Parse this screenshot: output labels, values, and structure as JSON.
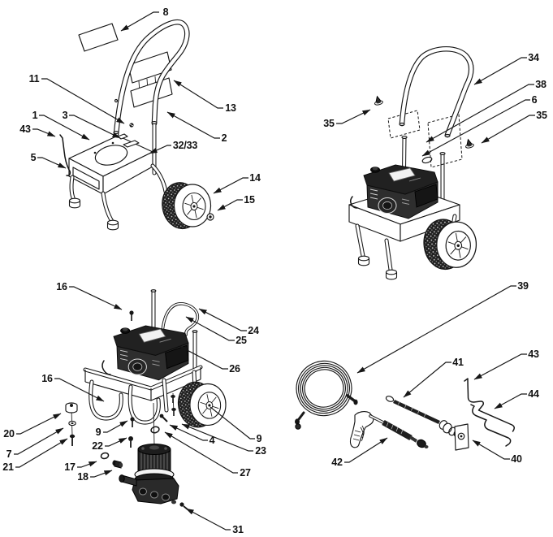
{
  "figure": {
    "type": "exploded-parts-diagram",
    "background": "#ffffff",
    "line_color": "#161616",
    "views": [
      {
        "name": "cart-frame-handle-panels",
        "position": "top-left",
        "callouts": [
          "8",
          "11",
          "1",
          "3",
          "43",
          "5",
          "13",
          "2",
          "32/33",
          "14",
          "15"
        ]
      },
      {
        "name": "handle-mounting",
        "position": "top-right",
        "callouts": [
          "34",
          "38",
          "6",
          "35",
          "35"
        ]
      },
      {
        "name": "engine-pump-mounting",
        "position": "bottom-left",
        "callouts": [
          "16",
          "24",
          "25",
          "26",
          "16",
          "20",
          "7",
          "21",
          "9",
          "22",
          "17",
          "18",
          "4",
          "23",
          "9",
          "27",
          "31"
        ]
      },
      {
        "name": "hose-gun-wand-accessories",
        "position": "bottom-right",
        "callouts": [
          "39",
          "41",
          "43",
          "44",
          "42",
          "40"
        ]
      }
    ]
  }
}
